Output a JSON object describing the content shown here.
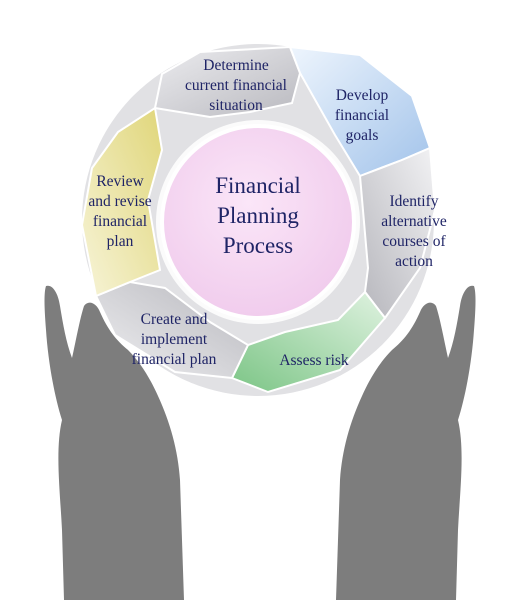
{
  "center": {
    "title": "Financial\nPlanning\nProcess"
  },
  "steps": [
    {
      "label": "Determine\ncurrent financial\nsituation",
      "color": "#d4d4d8"
    },
    {
      "label": "Develop\nfinancial\ngoals",
      "color": "#a9c7ec"
    },
    {
      "label": "Identify\nalternative\ncourses of\naction",
      "color": "#c9c9cd"
    },
    {
      "label": "Assess risk",
      "color": "#9ed4a4"
    },
    {
      "label": "Create and\nimplement\nfinancial plan",
      "color": "#cfcfd3"
    },
    {
      "label": "Review\nand revise\nfinancial\nplan",
      "color": "#e8e08e"
    }
  ],
  "colors": {
    "center_fill": "#f3d3f0",
    "hands": "#7d7d7d",
    "text": "#1f2466"
  }
}
